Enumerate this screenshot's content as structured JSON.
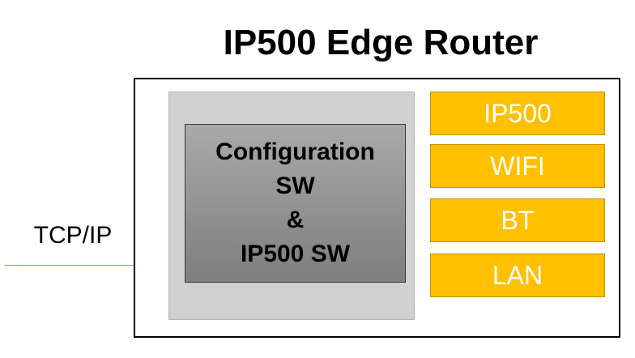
{
  "diagram": {
    "title": "IP500 Edge Router",
    "external_link": {
      "label": "TCP/IP"
    },
    "software_block": {
      "lines": [
        "Configuration",
        "SW",
        "&",
        "IP500 SW"
      ]
    },
    "interfaces": [
      {
        "label": "IP500"
      },
      {
        "label": "WIFI"
      },
      {
        "label": "BT"
      },
      {
        "label": "LAN"
      }
    ],
    "colors": {
      "interface_fill": "#ffc000",
      "interface_text": "#ffffff",
      "link_line": "#70ad47",
      "panel_fill": "#d0d0d0"
    }
  }
}
